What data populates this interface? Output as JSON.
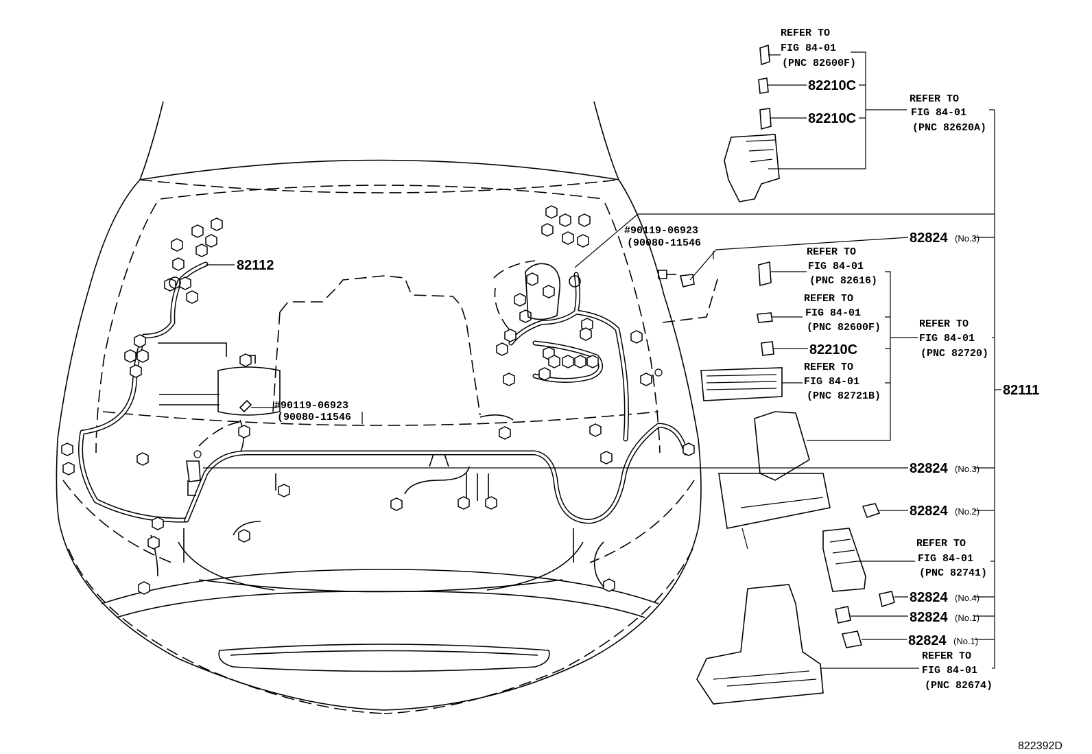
{
  "diagram_id": "822392D",
  "callouts": {
    "harness_engine_room": "82112",
    "harness_main": "82111",
    "bolt_left": {
      "part": "#90119-06923",
      "alt": "(90080-11546"
    },
    "bolt_right": {
      "part": "#90119-06923",
      "alt": "(90080-11546"
    },
    "relay_1": "82210C",
    "relay_2": "82210C",
    "relay_3": "82210C",
    "clamp_no3_top": {
      "part": "82824",
      "tag": "(No.3)"
    },
    "clamp_no3_mid": {
      "part": "82824",
      "tag": "(No.3)"
    },
    "clamp_no2": {
      "part": "82824",
      "tag": "(No.2)"
    },
    "clamp_no4": {
      "part": "82824",
      "tag": "(No.4)"
    },
    "clamp_no1_a": {
      "part": "82824",
      "tag": "(No.1)"
    },
    "clamp_no1_b": {
      "part": "82824",
      "tag": "(No.1)"
    }
  },
  "refers": [
    {
      "l1": "REFER TO",
      "l2": "FIG 84-01",
      "l3": "(PNC 82600F)"
    },
    {
      "l1": "REFER TO",
      "l2": "FIG 84-01",
      "l3": "(PNC 82620A)"
    },
    {
      "l1": "REFER TO",
      "l2": "FIG 84-01",
      "l3": "(PNC 82616)"
    },
    {
      "l1": "REFER TO",
      "l2": "FIG 84-01",
      "l3": "(PNC 82600F)"
    },
    {
      "l1": "REFER TO",
      "l2": "FIG 84-01",
      "l3": "(PNC 82720)"
    },
    {
      "l1": "REFER TO",
      "l2": "FIG 84-01",
      "l3": "(PNC 82721B)"
    },
    {
      "l1": "REFER TO",
      "l2": "FIG 84-01",
      "l3": "(PNC 82741)"
    },
    {
      "l1": "REFER TO",
      "l2": "FIG 84-01",
      "l3": "(PNC 82674)"
    }
  ]
}
